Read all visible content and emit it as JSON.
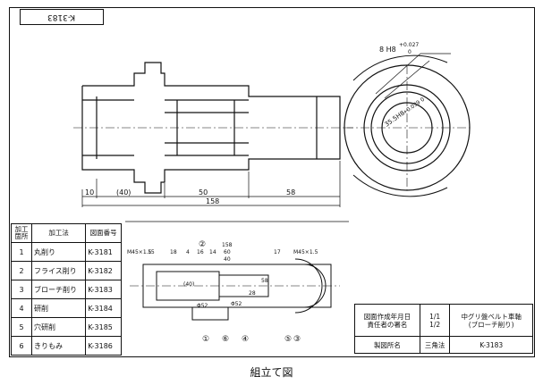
{
  "drawing": {
    "part_number_tab": "K-3183",
    "caption": "組立て図",
    "main_view": {
      "dimensions": [
        "10",
        "(40)",
        "50",
        "58",
        "158"
      ],
      "tolerance_width": "8 H8",
      "tolerance_upper": "+0.027",
      "tolerance_lower": "0",
      "callout_diameter": "35.5H8",
      "callout_tol": "+0.039 0"
    },
    "assembly_view": {
      "labels": [
        "M45×1.5",
        "15",
        "18",
        "4",
        "16",
        "14",
        "60",
        "40",
        "158",
        "58",
        "17",
        "M45×1.5",
        "(40)",
        "Φ52",
        "Φ52",
        "28"
      ],
      "balloons": [
        "①",
        "②",
        "③",
        "④",
        "⑤",
        "⑥"
      ]
    },
    "process_table": {
      "headers": [
        "加工箇所",
        "加工法",
        "図面番号"
      ],
      "rows": [
        {
          "no": "1",
          "method": "丸削り",
          "drawing": "K-3181"
        },
        {
          "no": "2",
          "method": "フライス削り",
          "drawing": "K-3182"
        },
        {
          "no": "3",
          "method": "ブローチ削り",
          "drawing": "K-3183"
        },
        {
          "no": "4",
          "method": "研削",
          "drawing": "K-3184"
        },
        {
          "no": "5",
          "method": "穴研削",
          "drawing": "K-3185"
        },
        {
          "no": "6",
          "method": "きりもみ",
          "drawing": "K-3186"
        }
      ]
    },
    "title_block": {
      "creation_label": "図面作成年月日",
      "responsible_label": "責任者の署名",
      "scale": "1/1",
      "scale2": "1/2",
      "part_name": "中グリ盤ベルト車軸",
      "part_name_sub": "(ブローチ削り)",
      "maker_label": "製図所名",
      "projection": "三角法",
      "drawing_number": "K-3183"
    }
  }
}
